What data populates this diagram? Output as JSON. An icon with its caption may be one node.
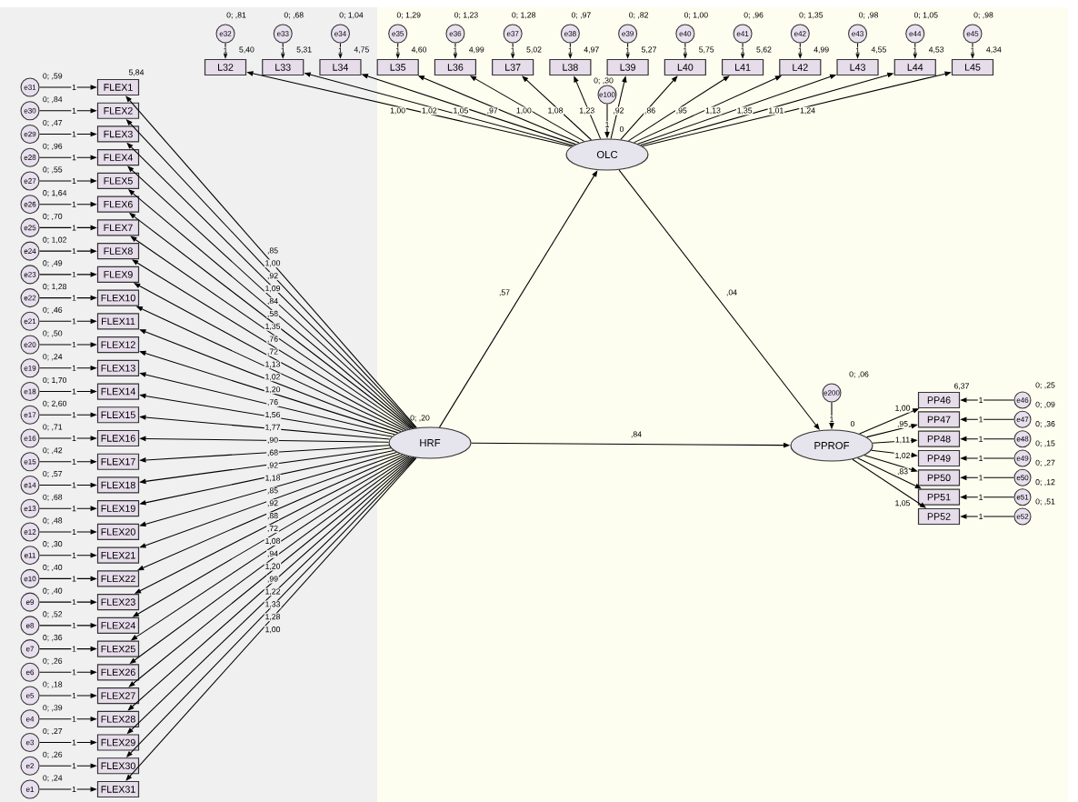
{
  "diagram": {
    "nodes": [
      {
        "text": [
          "e32"
        ],
        "beside": [
          "0; ,81"
        ]
      },
      {
        "text": [
          "e33"
        ],
        "beside": [
          "0; ,68"
        ]
      },
      {
        "text": [
          "e34"
        ],
        "beside": [
          "0; 1,04"
        ]
      },
      {
        "text": [
          "e35"
        ],
        "beside": [
          "0; 1,29"
        ]
      },
      {
        "text": [
          "e36"
        ],
        "beside": [
          "0; 1,23"
        ]
      },
      {
        "text": [
          "e37"
        ],
        "beside": [
          "0; 1,28"
        ]
      },
      {
        "text": [
          "e38"
        ],
        "beside": [
          "0; ,97"
        ]
      },
      {
        "text": [
          "e39"
        ],
        "beside": [
          "0; ,82"
        ]
      },
      {
        "text": [
          "e40"
        ],
        "beside": [
          "0; 1,00"
        ]
      },
      {
        "text": [
          "e41"
        ],
        "beside": [
          "0; ,96"
        ]
      },
      {
        "text": [
          "e42"
        ],
        "beside": [
          "0; 1,35"
        ]
      },
      {
        "text": [
          "e43"
        ],
        "beside": [
          "0; ,98"
        ]
      },
      {
        "text": [
          "e44"
        ],
        "beside": [
          "0; 1,05"
        ]
      },
      {
        "text": [
          "e45"
        ],
        "beside": [
          "0; ,98"
        ]
      },
      {
        "text": [
          "L32"
        ],
        "beside": [
          "5,40"
        ]
      },
      {
        "text": [
          "L33"
        ],
        "beside": [
          "5,31"
        ]
      },
      {
        "text": [
          "L34"
        ],
        "beside": [
          "4,75"
        ]
      },
      {
        "text": [
          "L35"
        ],
        "beside": [
          "4,60"
        ]
      },
      {
        "text": [
          "L36"
        ],
        "beside": [
          "4,99"
        ]
      },
      {
        "text": [
          "L37"
        ],
        "beside": [
          "5,02"
        ]
      },
      {
        "text": [
          "L38"
        ],
        "beside": [
          "4,97"
        ]
      },
      {
        "text": [
          "L39"
        ],
        "beside": [
          "5,27"
        ]
      },
      {
        "text": [
          "L40"
        ],
        "beside": [
          "5,75"
        ]
      },
      {
        "text": [
          "L41"
        ],
        "beside": [
          "5,62"
        ]
      },
      {
        "text": [
          "L42"
        ],
        "beside": [
          "4,99"
        ]
      },
      {
        "text": [
          "L43"
        ],
        "beside": [
          "4,55"
        ]
      },
      {
        "text": [
          "L44"
        ],
        "beside": [
          "4,53"
        ]
      },
      {
        "text": [
          "L45"
        ],
        "beside": [
          "4,34"
        ]
      },
      {
        "text": [
          "e100"
        ],
        "beside": [
          "0; ,30"
        ]
      },
      {
        "text": [
          "OLC"
        ],
        "beside": [
          "0"
        ]
      },
      {
        "text": [
          "FLEX1"
        ],
        "beside": [
          "5,84"
        ]
      },
      {
        "text": [
          "FLEX2"
        ]
      },
      {
        "text": [
          "FLEX3"
        ]
      },
      {
        "text": [
          "FLEX4"
        ]
      },
      {
        "text": [
          "FLEX5"
        ]
      },
      {
        "text": [
          "FLEX6"
        ]
      },
      {
        "text": [
          "FLEX7"
        ]
      },
      {
        "text": [
          "FLEX8"
        ]
      },
      {
        "text": [
          "FLEX9"
        ]
      },
      {
        "text": [
          "FLEX10"
        ]
      },
      {
        "text": [
          "FLEX11"
        ]
      },
      {
        "text": [
          "FLEX12"
        ]
      },
      {
        "text": [
          "FLEX13"
        ]
      },
      {
        "text": [
          "FLEX14"
        ]
      },
      {
        "text": [
          "FLEX15"
        ]
      },
      {
        "text": [
          "FLEX16"
        ]
      },
      {
        "text": [
          "FLEX17"
        ]
      },
      {
        "text": [
          "FLEX18"
        ]
      },
      {
        "text": [
          "FLEX19"
        ]
      },
      {
        "text": [
          "FLEX20"
        ]
      },
      {
        "text": [
          "FLEX21"
        ]
      },
      {
        "text": [
          "FLEX22"
        ]
      },
      {
        "text": [
          "FLEX23"
        ]
      },
      {
        "text": [
          "FLEX24"
        ]
      },
      {
        "text": [
          "FLEX25"
        ]
      },
      {
        "text": [
          "FLEX26"
        ]
      },
      {
        "text": [
          "FLEX27"
        ]
      },
      {
        "text": [
          "FLEX28"
        ]
      },
      {
        "text": [
          "FLEX29"
        ]
      },
      {
        "text": [
          "FLEX30"
        ]
      },
      {
        "text": [
          "FLEX31"
        ]
      },
      {
        "text": [
          "e31"
        ],
        "beside": [
          "0; ,59"
        ]
      },
      {
        "text": [
          "e30"
        ],
        "beside": [
          "0; ,84"
        ]
      },
      {
        "text": [
          "e29"
        ],
        "beside": [
          "0; ,47"
        ]
      },
      {
        "text": [
          "e28"
        ],
        "beside": [
          "0; ,96"
        ]
      },
      {
        "text": [
          "e27"
        ],
        "beside": [
          "0; ,55"
        ]
      },
      {
        "text": [
          "e26"
        ],
        "beside": [
          "0; 1,64"
        ]
      },
      {
        "text": [
          "e25"
        ],
        "beside": [
          "0; ,70"
        ]
      },
      {
        "text": [
          "e24"
        ],
        "beside": [
          "0; 1,02"
        ]
      },
      {
        "text": [
          "e23"
        ],
        "beside": [
          "0; ,49"
        ]
      },
      {
        "text": [
          "e22"
        ],
        "beside": [
          "0; 1,28"
        ]
      },
      {
        "text": [
          "e21"
        ],
        "beside": [
          "0; ,46"
        ]
      },
      {
        "text": [
          "e20"
        ],
        "beside": [
          "0; ,50"
        ]
      },
      {
        "text": [
          "e19"
        ],
        "beside": [
          "0; ,24"
        ]
      },
      {
        "text": [
          "e18"
        ],
        "beside": [
          "0; 1,70"
        ]
      },
      {
        "text": [
          "e17"
        ],
        "beside": [
          "0; 2,60"
        ]
      },
      {
        "text": [
          "e16"
        ],
        "beside": [
          "0; ,71"
        ]
      },
      {
        "text": [
          "e15"
        ],
        "beside": [
          "0; ,42"
        ]
      },
      {
        "text": [
          "e14"
        ],
        "beside": [
          "0; ,57"
        ]
      },
      {
        "text": [
          "e13"
        ],
        "beside": [
          "0; ,68"
        ]
      },
      {
        "text": [
          "e12"
        ],
        "beside": [
          "0; ,48"
        ]
      },
      {
        "text": [
          "e11"
        ],
        "beside": [
          "0; ,30"
        ]
      },
      {
        "text": [
          "e10"
        ],
        "beside": [
          "0; ,40"
        ]
      },
      {
        "text": [
          "e9"
        ],
        "beside": [
          "0; ,40"
        ]
      },
      {
        "text": [
          "e8"
        ],
        "beside": [
          "0; ,52"
        ]
      },
      {
        "text": [
          "e7"
        ],
        "beside": [
          "0; ,36"
        ]
      },
      {
        "text": [
          "e6"
        ],
        "beside": [
          "0; ,26"
        ]
      },
      {
        "text": [
          "e5"
        ],
        "beside": [
          "0; ,18"
        ]
      },
      {
        "text": [
          "e4"
        ],
        "beside": [
          "0; ,39"
        ]
      },
      {
        "text": [
          "e3"
        ],
        "beside": [
          "0; ,27"
        ]
      },
      {
        "text": [
          "e2"
        ],
        "beside": [
          "0; ,26"
        ]
      },
      {
        "text": [
          "e1"
        ],
        "beside": [
          "0; ,24"
        ]
      },
      {
        "text": [
          "HRF"
        ],
        "beside": [
          "0; ,20"
        ]
      },
      {
        "text": [
          "e200"
        ],
        "beside": [
          "0; ,06"
        ]
      },
      {
        "text": [
          "PPROF"
        ],
        "beside": [
          "0"
        ]
      },
      {
        "text": [
          "PP46"
        ],
        "beside": [
          "6,37"
        ]
      },
      {
        "text": [
          "PP47"
        ]
      },
      {
        "text": [
          "PP48"
        ]
      },
      {
        "text": [
          "PP49"
        ]
      },
      {
        "text": [
          "PP50"
        ]
      },
      {
        "text": [
          "PP51"
        ]
      },
      {
        "text": [
          "PP52"
        ]
      },
      {
        "text": [
          "e46"
        ],
        "beside": [
          "0; ,25"
        ]
      },
      {
        "text": [
          "e47"
        ],
        "beside": [
          "0; ,09"
        ]
      },
      {
        "text": [
          "e48"
        ],
        "beside": [
          "0; ,36"
        ]
      },
      {
        "text": [
          "e49"
        ],
        "beside": [
          "0; ,15"
        ]
      },
      {
        "text": [
          "e50"
        ],
        "beside": [
          "0; ,27"
        ]
      },
      {
        "text": [
          "e51"
        ],
        "beside": [
          "0; ,12"
        ]
      },
      {
        "text": [
          "e52"
        ],
        "beside": [
          "0; ,51"
        ]
      }
    ],
    "edges": [
      {
        "from": 0,
        "to": 14,
        "arrow": "to",
        "label": "1"
      },
      {
        "from": 1,
        "to": 15,
        "arrow": "to",
        "label": "1"
      },
      {
        "from": 2,
        "to": 16,
        "arrow": "to",
        "label": "1"
      },
      {
        "from": 3,
        "to": 17,
        "arrow": "to",
        "label": "1"
      },
      {
        "from": 4,
        "to": 18,
        "arrow": "to",
        "label": "1"
      },
      {
        "from": 5,
        "to": 19,
        "arrow": "to",
        "label": "1"
      },
      {
        "from": 6,
        "to": 20,
        "arrow": "to",
        "label": "1"
      },
      {
        "from": 7,
        "to": 21,
        "arrow": "to",
        "label": "1"
      },
      {
        "from": 8,
        "to": 22,
        "arrow": "to",
        "label": "1"
      },
      {
        "from": 9,
        "to": 23,
        "arrow": "to",
        "label": "1"
      },
      {
        "from": 10,
        "to": 24,
        "arrow": "to",
        "label": "1"
      },
      {
        "from": 11,
        "to": 25,
        "arrow": "to",
        "label": "1"
      },
      {
        "from": 12,
        "to": 26,
        "arrow": "to",
        "label": "1"
      },
      {
        "from": 13,
        "to": 27,
        "arrow": "to",
        "label": "1"
      },
      {
        "from": 29,
        "to": 14,
        "arrow": "to",
        "label": "1,00"
      },
      {
        "from": 29,
        "to": 15,
        "arrow": "to",
        "label": "1,02"
      },
      {
        "from": 29,
        "to": 16,
        "arrow": "to",
        "label": "1,05"
      },
      {
        "from": 29,
        "to": 17,
        "arrow": "to",
        "label": ",97"
      },
      {
        "from": 29,
        "to": 18,
        "arrow": "to",
        "label": "1,00"
      },
      {
        "from": 29,
        "to": 19,
        "arrow": "to",
        "label": "1,08"
      },
      {
        "from": 29,
        "to": 20,
        "arrow": "to",
        "label": "1,23"
      },
      {
        "from": 29,
        "to": 21,
        "arrow": "to",
        "label": ",92"
      },
      {
        "from": 29,
        "to": 22,
        "arrow": "to",
        "label": ",86"
      },
      {
        "from": 29,
        "to": 23,
        "arrow": "to",
        "label": ",95"
      },
      {
        "from": 29,
        "to": 24,
        "arrow": "to",
        "label": "1,13"
      },
      {
        "from": 29,
        "to": 25,
        "arrow": "to",
        "label": "1,35"
      },
      {
        "from": 29,
        "to": 26,
        "arrow": "to",
        "label": "1,01"
      },
      {
        "from": 29,
        "to": 27,
        "arrow": "to",
        "label": "1,24"
      },
      {
        "from": 28,
        "to": 29,
        "arrow": "to",
        "label": "1"
      },
      {
        "from": 61,
        "to": 30,
        "arrow": "to",
        "label": "1"
      },
      {
        "from": 62,
        "to": 31,
        "arrow": "to",
        "label": "1"
      },
      {
        "from": 63,
        "to": 32,
        "arrow": "to",
        "label": "1"
      },
      {
        "from": 64,
        "to": 33,
        "arrow": "to",
        "label": "1"
      },
      {
        "from": 65,
        "to": 34,
        "arrow": "to",
        "label": "1"
      },
      {
        "from": 66,
        "to": 35,
        "arrow": "to",
        "label": "1"
      },
      {
        "from": 67,
        "to": 36,
        "arrow": "to",
        "label": "1"
      },
      {
        "from": 68,
        "to": 37,
        "arrow": "to",
        "label": "1"
      },
      {
        "from": 69,
        "to": 38,
        "arrow": "to",
        "label": "1"
      },
      {
        "from": 70,
        "to": 39,
        "arrow": "to",
        "label": "1"
      },
      {
        "from": 71,
        "to": 40,
        "arrow": "to",
        "label": "1"
      },
      {
        "from": 72,
        "to": 41,
        "arrow": "to",
        "label": "1"
      },
      {
        "from": 73,
        "to": 42,
        "arrow": "to",
        "label": "1"
      },
      {
        "from": 74,
        "to": 43,
        "arrow": "to",
        "label": "1"
      },
      {
        "from": 75,
        "to": 44,
        "arrow": "to",
        "label": "1"
      },
      {
        "from": 76,
        "to": 45,
        "arrow": "to",
        "label": "1"
      },
      {
        "from": 77,
        "to": 46,
        "arrow": "to",
        "label": "1"
      },
      {
        "from": 78,
        "to": 47,
        "arrow": "to",
        "label": "1"
      },
      {
        "from": 79,
        "to": 48,
        "arrow": "to",
        "label": "1"
      },
      {
        "from": 80,
        "to": 49,
        "arrow": "to",
        "label": "1"
      },
      {
        "from": 81,
        "to": 50,
        "arrow": "to",
        "label": "1"
      },
      {
        "from": 82,
        "to": 51,
        "arrow": "to",
        "label": "1"
      },
      {
        "from": 83,
        "to": 52,
        "arrow": "to",
        "label": "1"
      },
      {
        "from": 84,
        "to": 53,
        "arrow": "to",
        "label": "1"
      },
      {
        "from": 85,
        "to": 54,
        "arrow": "to",
        "label": "1"
      },
      {
        "from": 86,
        "to": 55,
        "arrow": "to",
        "label": "1"
      },
      {
        "from": 87,
        "to": 56,
        "arrow": "to",
        "label": "1"
      },
      {
        "from": 88,
        "to": 57,
        "arrow": "to",
        "label": "1"
      },
      {
        "from": 89,
        "to": 58,
        "arrow": "to",
        "label": "1"
      },
      {
        "from": 90,
        "to": 59,
        "arrow": "to",
        "label": "1"
      },
      {
        "from": 91,
        "to": 60,
        "arrow": "to",
        "label": "1"
      },
      {
        "from": 92,
        "to": 30,
        "arrow": "to",
        "label": ",85"
      },
      {
        "from": 92,
        "to": 31,
        "arrow": "to",
        "label": "1,00"
      },
      {
        "from": 92,
        "to": 32,
        "arrow": "to",
        "label": ",92"
      },
      {
        "from": 92,
        "to": 33,
        "arrow": "to",
        "label": "1,09"
      },
      {
        "from": 92,
        "to": 34,
        "arrow": "to",
        "label": ",84"
      },
      {
        "from": 92,
        "to": 35,
        "arrow": "to",
        "label": ",58"
      },
      {
        "from": 92,
        "to": 36,
        "arrow": "to",
        "label": "1,35"
      },
      {
        "from": 92,
        "to": 37,
        "arrow": "to",
        "label": ",76"
      },
      {
        "from": 92,
        "to": 38,
        "arrow": "to",
        "label": ",72"
      },
      {
        "from": 92,
        "to": 39,
        "arrow": "to",
        "label": "1,13"
      },
      {
        "from": 92,
        "to": 40,
        "arrow": "to",
        "label": "1,02"
      },
      {
        "from": 92,
        "to": 41,
        "arrow": "to",
        "label": "1,20"
      },
      {
        "from": 92,
        "to": 42,
        "arrow": "to",
        "label": ",76"
      },
      {
        "from": 92,
        "to": 43,
        "arrow": "to",
        "label": "1,56"
      },
      {
        "from": 92,
        "to": 44,
        "arrow": "to",
        "label": "1,77"
      },
      {
        "from": 92,
        "to": 45,
        "arrow": "to",
        "label": ",90"
      },
      {
        "from": 92,
        "to": 46,
        "arrow": "to",
        "label": ",68"
      },
      {
        "from": 92,
        "to": 47,
        "arrow": "to",
        "label": ",92"
      },
      {
        "from": 92,
        "to": 48,
        "arrow": "to",
        "label": "1,18"
      },
      {
        "from": 92,
        "to": 49,
        "arrow": "to",
        "label": ",85"
      },
      {
        "from": 92,
        "to": 50,
        "arrow": "to",
        "label": ",92"
      },
      {
        "from": 92,
        "to": 51,
        "arrow": "to",
        "label": ",88"
      },
      {
        "from": 92,
        "to": 52,
        "arrow": "to",
        "label": ",72"
      },
      {
        "from": 92,
        "to": 53,
        "arrow": "to",
        "label": "1,08"
      },
      {
        "from": 92,
        "to": 54,
        "arrow": "to",
        "label": ",94"
      },
      {
        "from": 92,
        "to": 55,
        "arrow": "to",
        "label": "1,20"
      },
      {
        "from": 92,
        "to": 56,
        "arrow": "to",
        "label": ",99"
      },
      {
        "from": 92,
        "to": 57,
        "arrow": "to",
        "label": "1,22"
      },
      {
        "from": 92,
        "to": 58,
        "arrow": "to",
        "label": "1,33"
      },
      {
        "from": 92,
        "to": 59,
        "arrow": "to",
        "label": "1,28"
      },
      {
        "from": 92,
        "to": 60,
        "arrow": "to",
        "label": "1,00"
      },
      {
        "from": 92,
        "to": 29,
        "arrow": "to",
        "label": ",57"
      },
      {
        "from": 29,
        "to": 94,
        "arrow": "to",
        "label": ",04"
      },
      {
        "from": 92,
        "to": 94,
        "arrow": "to",
        "label": ",84"
      },
      {
        "from": 93,
        "to": 94,
        "arrow": "to",
        "label": "1"
      },
      {
        "from": 94,
        "to": 95,
        "arrow": "to",
        "label": "1,00"
      },
      {
        "from": 94,
        "to": 96,
        "arrow": "to",
        "label": ",95"
      },
      {
        "from": 94,
        "to": 97,
        "arrow": "to",
        "label": "1,11"
      },
      {
        "from": 94,
        "to": 98,
        "arrow": "to",
        "label": "1,02"
      },
      {
        "from": 94,
        "to": 99,
        "arrow": "to",
        "label": ",83"
      },
      {
        "from": 94,
        "to": 100,
        "arrow": "to"
      },
      {
        "from": 94,
        "to": 101,
        "arrow": "to",
        "label": "1,05"
      },
      {
        "from": 102,
        "to": 95,
        "arrow": "to",
        "label": "1"
      },
      {
        "from": 103,
        "to": 96,
        "arrow": "to",
        "label": "1"
      },
      {
        "from": 104,
        "to": 97,
        "arrow": "to",
        "label": "1"
      },
      {
        "from": 105,
        "to": 98,
        "arrow": "to",
        "label": "1"
      },
      {
        "from": 106,
        "to": 99,
        "arrow": "to",
        "label": "1"
      },
      {
        "from": 107,
        "to": 100,
        "arrow": "to",
        "label": "1"
      },
      {
        "from": 108,
        "to": 101,
        "arrow": "to",
        "label": "1"
      }
    ]
  }
}
